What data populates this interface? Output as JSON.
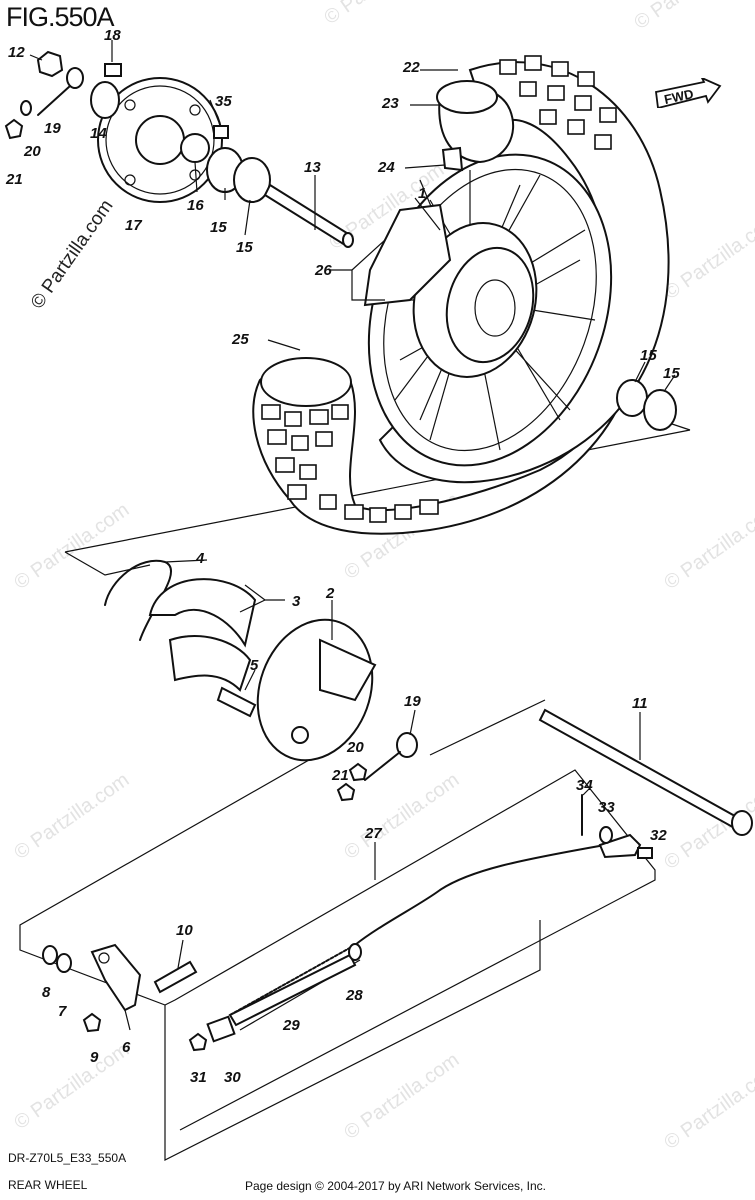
{
  "header": {
    "figure_title": "FIG.550A"
  },
  "footer": {
    "diagram_code": "DR-Z70L5_E33_550A",
    "caption": "REAR WHEEL",
    "copyright": "Page design © 2004-2017 by ARI Network Services, Inc."
  },
  "direction_label": "FWD",
  "watermark_text": "© Partzilla.com",
  "callouts": [
    "1",
    "2",
    "3",
    "4",
    "5",
    "6",
    "7",
    "8",
    "9",
    "10",
    "11",
    "12",
    "13",
    "14",
    "15",
    "16",
    "17",
    "18",
    "19",
    "20",
    "21",
    "22",
    "23",
    "24",
    "25",
    "26",
    "27",
    "28",
    "29",
    "30",
    "31",
    "32",
    "33",
    "34",
    "35"
  ],
  "colors": {
    "line": "#111111",
    "watermark": "#e3e3e3",
    "background": "#ffffff"
  }
}
